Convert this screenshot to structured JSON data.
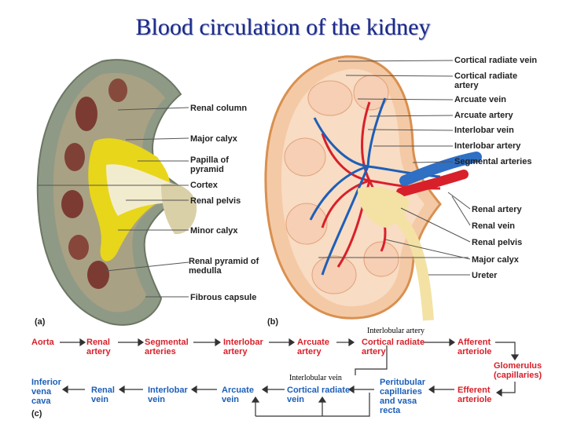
{
  "title": "Blood circulation of the kidney",
  "panel_a": {
    "tag": "(a)",
    "labels": {
      "renal_column": "Renal column",
      "major_calyx": "Major calyx",
      "papilla": "Papilla of pyramid",
      "cortex": "Cortex",
      "renal_pelvis": "Renal pelvis",
      "minor_calyx": "Minor calyx",
      "renal_pyramid": "Renal pyramid of medulla",
      "fibrous_capsule": "Fibrous capsule"
    }
  },
  "panel_b": {
    "tag": "(b)",
    "labels": {
      "cortical_radiate_vein": "Cortical radiate vein",
      "cortical_radiate_artery": "Cortical radiate artery",
      "arcuate_vein": "Arcuate vein",
      "arcuate_artery": "Arcuate artery",
      "interlobar_vein": "Interlobar vein",
      "interlobar_artery": "Interlobar artery",
      "segmental_arteries": "Segmental arteries",
      "renal_artery": "Renal artery",
      "renal_vein": "Renal vein",
      "renal_pelvis": "Renal pelvis",
      "major_calyx": "Major calyx",
      "ureter": "Ureter"
    }
  },
  "panel_c": {
    "tag": "(c)",
    "interlobular_artery": "Interlobular artery",
    "interlobular_vein": "Interlobular vein",
    "arterial_row": [
      "Aorta",
      "Renal artery",
      "Segmental arteries",
      "Interlobar artery",
      "Arcuate artery",
      "Cortical radiate artery",
      "Afferent arteriole"
    ],
    "glomerulus": "Glomerulus (capillaries)",
    "venous_row": [
      "Inferior vena cava",
      "Renal vein",
      "Interlobar vein",
      "Arcuate vein",
      "Cortical radiate vein",
      "Peritubular capillaries and vasa recta",
      "Efferent arteriole"
    ]
  },
  "colors": {
    "artery": "#d8202a",
    "vein": "#1d5fb8",
    "title": "#1b2a8a"
  }
}
